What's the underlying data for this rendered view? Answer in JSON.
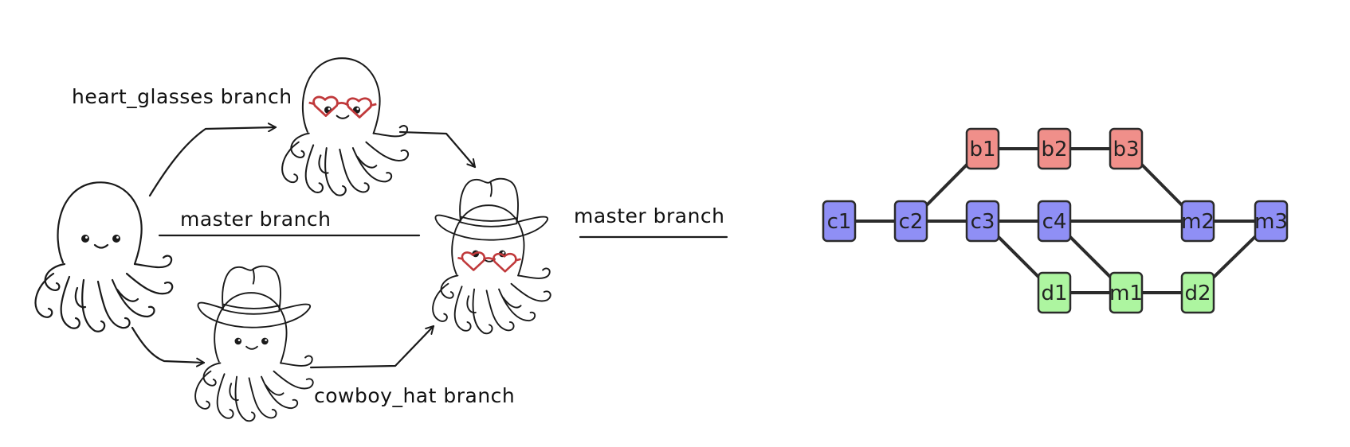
{
  "illustration": {
    "labels": {
      "heart_glasses": "heart_glasses branch",
      "master_left": "master branch",
      "master_right": "master branch",
      "cowboy_hat": "cowboy_hat branch"
    }
  },
  "graph": {
    "colors": {
      "master": "#8f8ff5",
      "heart_glasses": "#f08f8a",
      "cowboy_hat": "#adf5a0",
      "edge": "#2b2b2b"
    },
    "nodes": [
      {
        "id": "c1",
        "label": "c1",
        "branch": "master"
      },
      {
        "id": "c2",
        "label": "c2",
        "branch": "master"
      },
      {
        "id": "c3",
        "label": "c3",
        "branch": "master"
      },
      {
        "id": "c4",
        "label": "c4",
        "branch": "master"
      },
      {
        "id": "m2",
        "label": "m2",
        "branch": "master"
      },
      {
        "id": "m3",
        "label": "m3",
        "branch": "master"
      },
      {
        "id": "b1",
        "label": "b1",
        "branch": "heart_glasses"
      },
      {
        "id": "b2",
        "label": "b2",
        "branch": "heart_glasses"
      },
      {
        "id": "b3",
        "label": "b3",
        "branch": "heart_glasses"
      },
      {
        "id": "d1",
        "label": "d1",
        "branch": "cowboy_hat"
      },
      {
        "id": "m1",
        "label": "m1",
        "branch": "cowboy_hat"
      },
      {
        "id": "d2",
        "label": "d2",
        "branch": "cowboy_hat"
      }
    ],
    "edges": [
      [
        "c1",
        "c2"
      ],
      [
        "c2",
        "c3"
      ],
      [
        "c3",
        "c4"
      ],
      [
        "c4",
        "m2"
      ],
      [
        "m2",
        "m3"
      ],
      [
        "c2",
        "b1"
      ],
      [
        "b1",
        "b2"
      ],
      [
        "b2",
        "b3"
      ],
      [
        "b3",
        "m2"
      ],
      [
        "c3",
        "d1"
      ],
      [
        "d1",
        "m1"
      ],
      [
        "c4",
        "m1"
      ],
      [
        "m1",
        "d2"
      ],
      [
        "d2",
        "m3"
      ]
    ]
  }
}
